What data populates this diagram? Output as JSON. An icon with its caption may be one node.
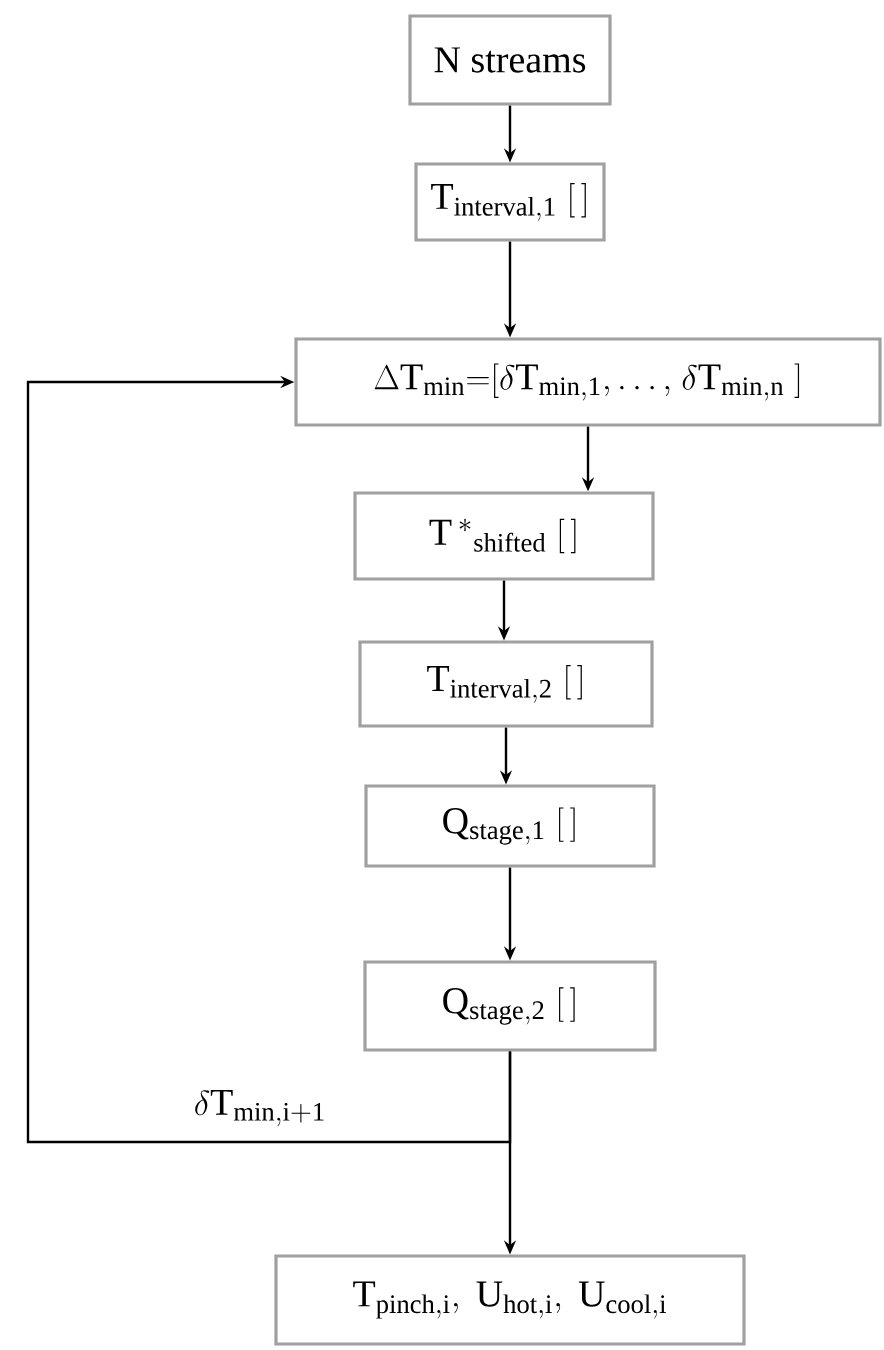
{
  "diagram": {
    "nodes": [
      {
        "text": [
          "\\mathrm{N\\ streams}"
        ]
      },
      {
        "text": [
          "\\mathrm{T_{interval,1}\\ [\\,]}"
        ]
      },
      {
        "text": [
          "\\Delta\\mathrm{T_{min}{=}[}\\delta\\mathrm{T_{min,1},\\ldots,\\ }\\delta\\mathrm{T_{min,n}\\ ]}"
        ]
      },
      {
        "text": [
          "\\mathrm{T\\,^{*}{}_{shifted}\\ [\\,]}"
        ]
      },
      {
        "text": [
          "\\mathrm{T_{interval,2}\\ [\\,]}"
        ]
      },
      {
        "text": [
          "\\mathrm{Q_{stage,1}\\ [\\,]}"
        ]
      },
      {
        "text": [
          "\\mathrm{Q_{stage,2}\\ [\\,]}"
        ]
      },
      {
        "text": [
          "\\mathrm{T_{pinch,i},\\ U_{hot,i},\\ U_{cool,i}}"
        ]
      }
    ],
    "edges": [
      {
        "from": 0,
        "to": 1,
        "arrow": "to"
      },
      {
        "from": 1,
        "to": 2,
        "arrow": "to"
      },
      {
        "from": 2,
        "to": 3,
        "arrow": "to"
      },
      {
        "from": 3,
        "to": 4,
        "arrow": "to"
      },
      {
        "from": 4,
        "to": 5,
        "arrow": "to"
      },
      {
        "from": 5,
        "to": 6,
        "arrow": "to"
      },
      {
        "from": 6,
        "to": 7,
        "arrow": "to"
      },
      {
        "from": 6,
        "to": 2,
        "arrow": "to",
        "label": "\\delta\\mathrm{T_{min,i+1}}"
      }
    ]
  }
}
